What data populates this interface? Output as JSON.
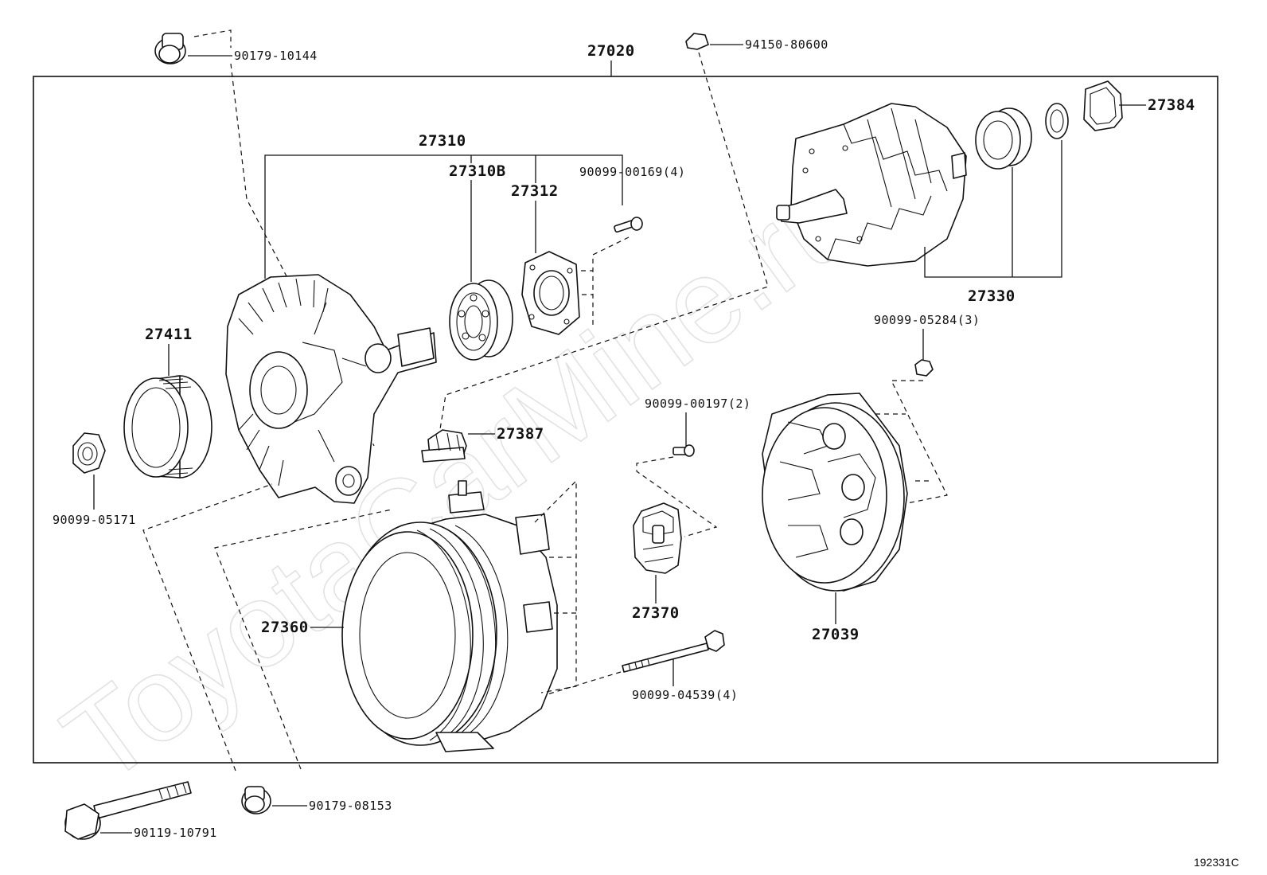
{
  "watermark": "ToyotaCarMine.ru",
  "diagram_ref": "192331C",
  "callouts": {
    "assembly": "27020",
    "bolt_top": "90179-10144",
    "cap_nut_top": "94150-80600",
    "frame_group": "27310",
    "bearing_front": "27310B",
    "retainer_plate": "27312",
    "screw_retainer": "90099-00169(4)",
    "rotor_group": "27330",
    "rotor_cover": "27384",
    "nut_rear": "90099-05284(3)",
    "pulley": "27411",
    "pulley_nut": "90099-05171",
    "terminal_insulator": "27387",
    "screw_brush": "90099-00197(2)",
    "stator": "27360",
    "brush_holder": "27370",
    "rear_cover": "27039",
    "through_bolt": "90099-04539(4)",
    "bolt_bottom": "90119-10791",
    "nut_bottom": "90179-08153"
  }
}
